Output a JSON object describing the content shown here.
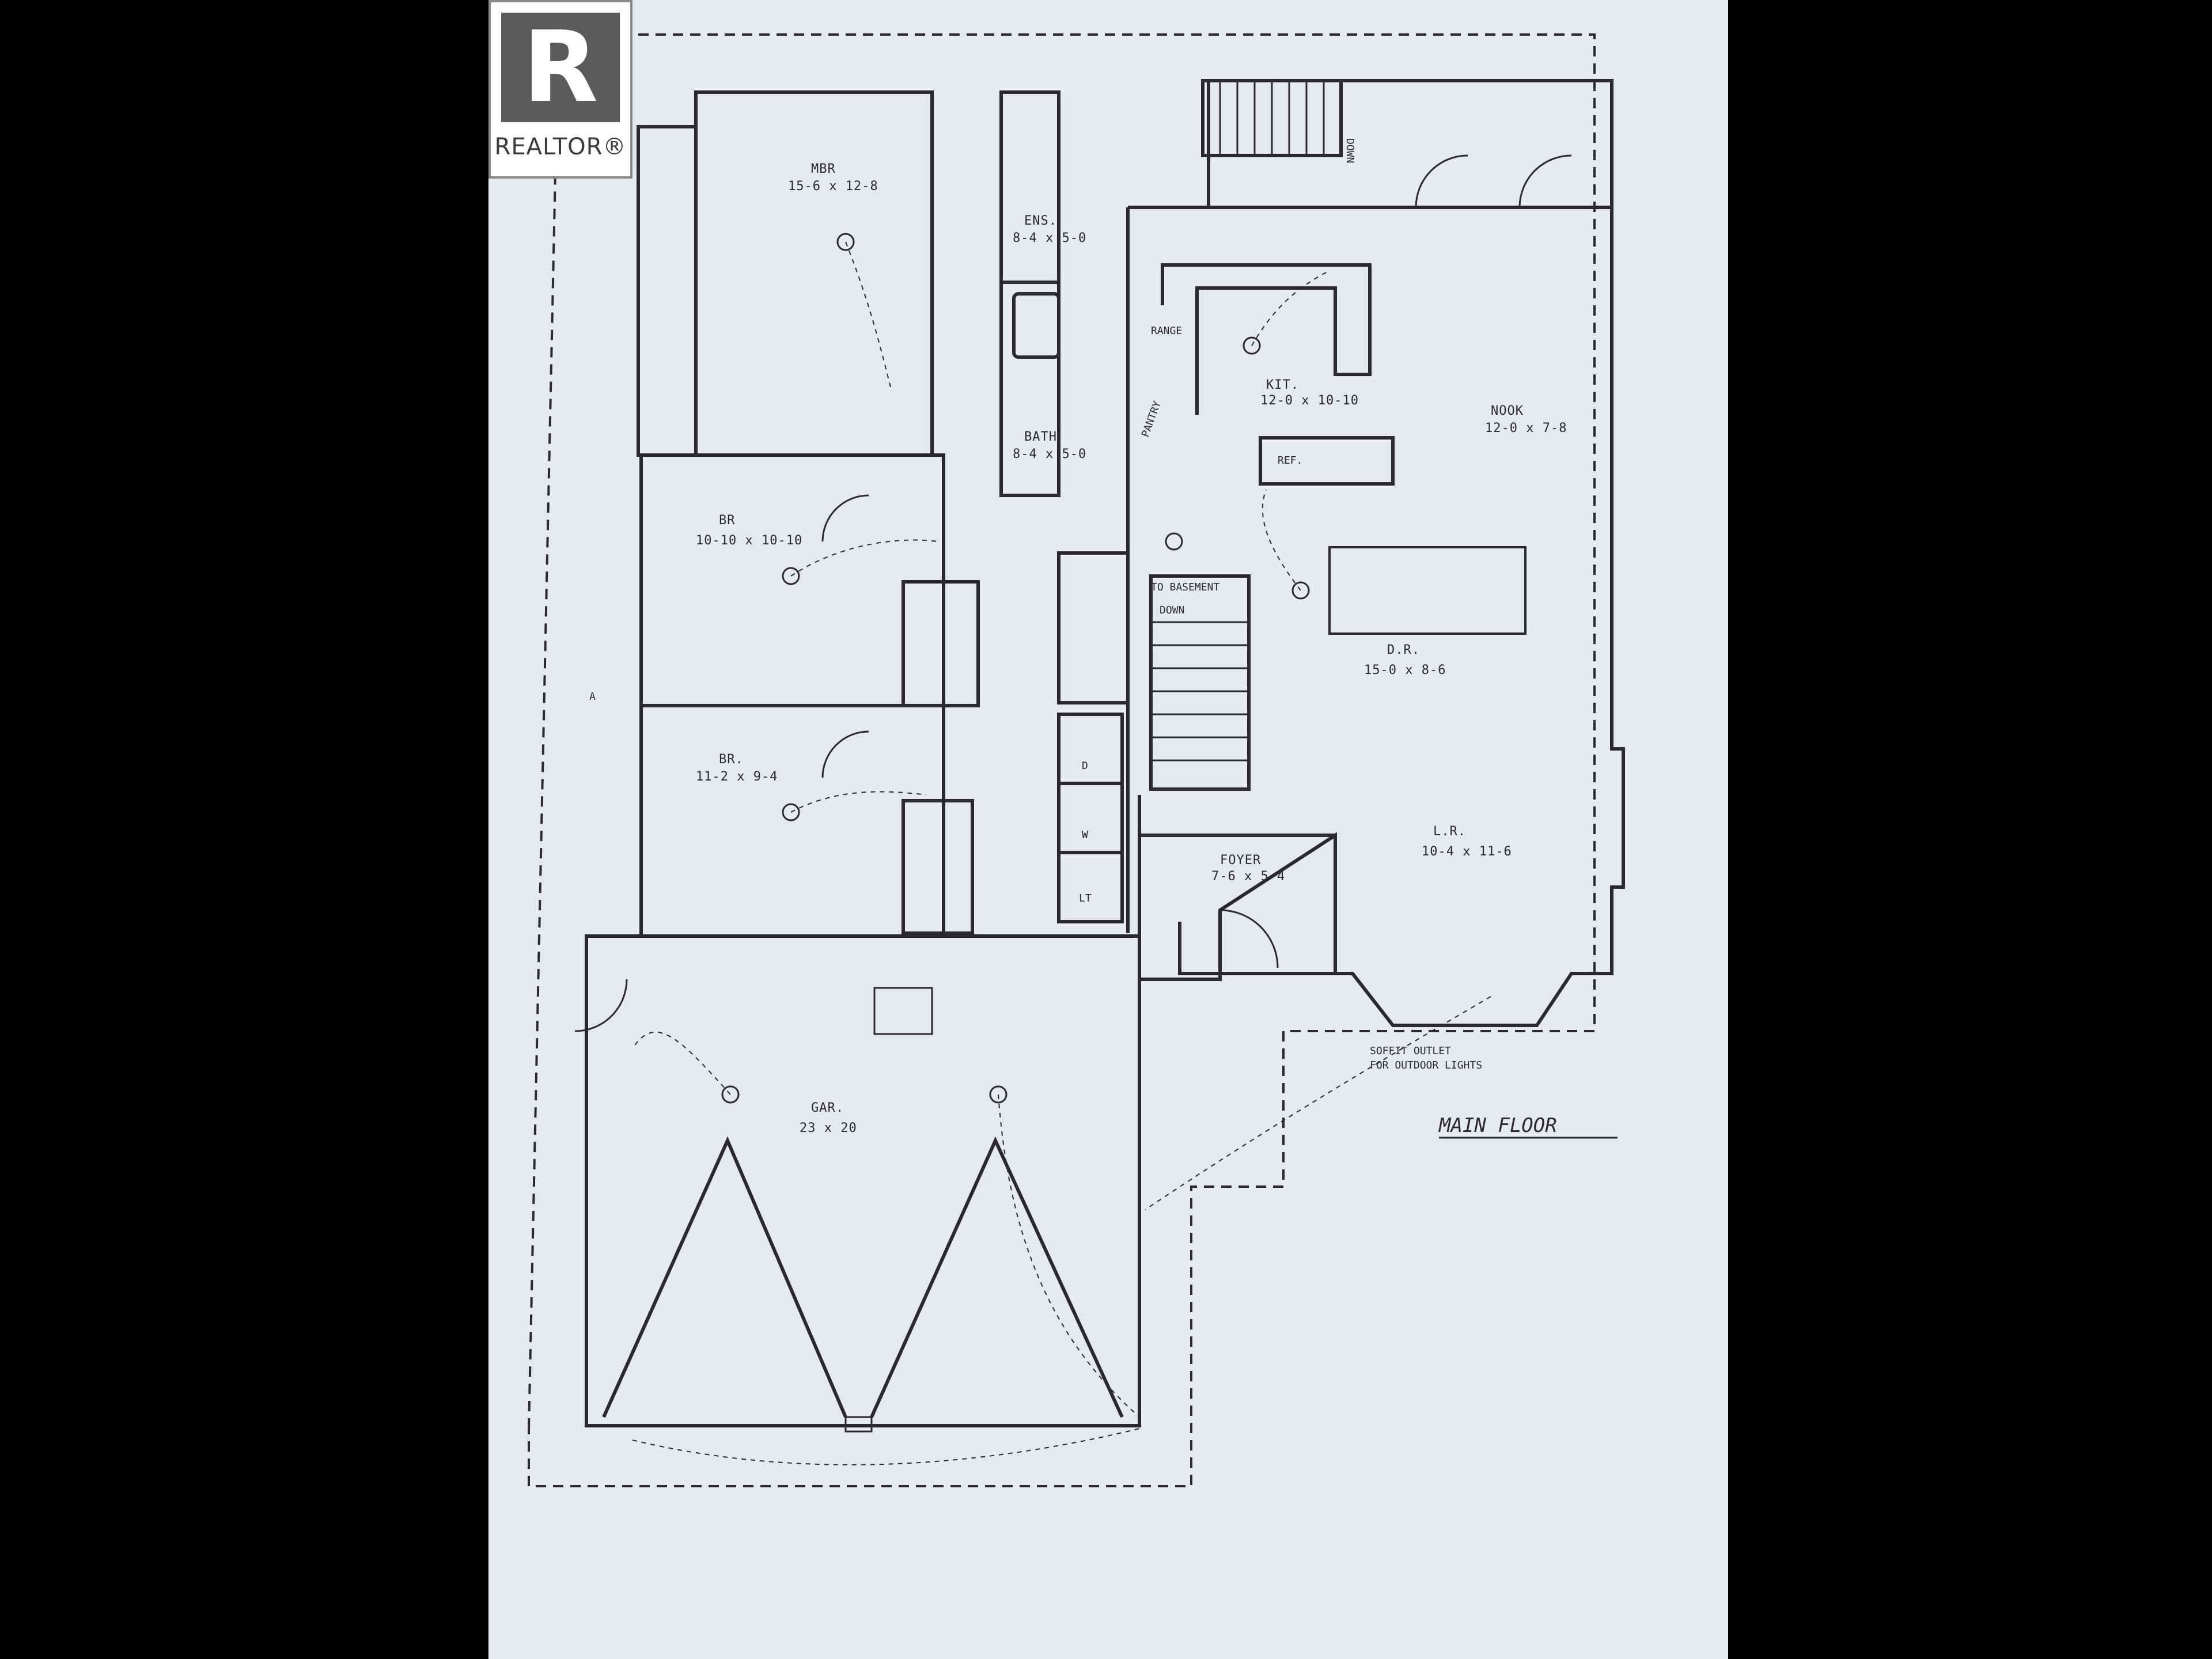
{
  "brand": {
    "logo_letter": "R",
    "logo_text": "REALTOR®"
  },
  "plan_title": "MAIN FLOOR",
  "rooms": {
    "mbr": {
      "name": "MBR",
      "size": "15-6 x 12-8"
    },
    "ens": {
      "name": "ENS.",
      "size": "8-4 x 5-0"
    },
    "bath": {
      "name": "BATH",
      "size": "8-4 x 5-0"
    },
    "br1": {
      "name": "BR",
      "size": "10-10 x 10-10"
    },
    "br2": {
      "name": "BR.",
      "size": "11-2 x 9-4"
    },
    "kit": {
      "name": "KIT.",
      "size": "12-0 x 10-10"
    },
    "nook": {
      "name": "NOOK",
      "size": "12-0 x 7-8"
    },
    "dr": {
      "name": "D.R.",
      "size": "15-0 x 8-6"
    },
    "lr": {
      "name": "L.R.",
      "size": "10-4 x 11-6"
    },
    "foyer": {
      "name": "FOYER",
      "size": "7-6 x 5-4"
    },
    "gar": {
      "name": "GAR.",
      "size": "23 x 20"
    }
  },
  "notes": {
    "down_top": "DOWN",
    "down_stair": "DOWN",
    "range": "RANGE",
    "ref": "REF.",
    "pantry": "PANTRY",
    "to_basement": "TO BASEMENT",
    "soffit": "SOFFIT OUTLET",
    "outdoor": "FOR OUTDOOR LIGHTS",
    "d": "D",
    "w": "W",
    "lt": "LT",
    "a": "A"
  }
}
